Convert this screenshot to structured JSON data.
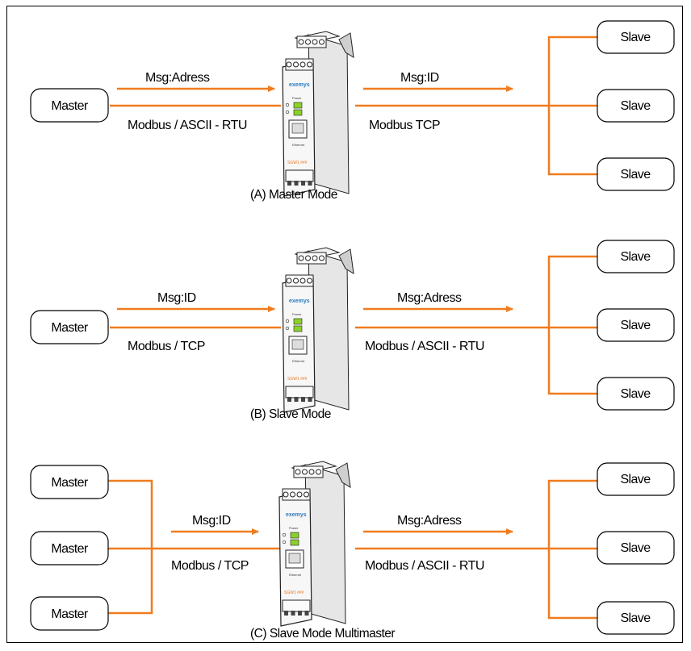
{
  "colors": {
    "line": "#f07c1f",
    "frame": "#000000",
    "box_stroke": "#000000",
    "led_green": "#8bd12c",
    "brand_blue": "#2a7abf"
  },
  "device": {
    "brand": "exemys",
    "power_label": "Power",
    "ethernet_label": "Ethernet",
    "model": "SGW1 ###"
  },
  "panels": [
    {
      "caption": "(A) Master Mode",
      "masters": [
        "Master"
      ],
      "slaves": [
        "Slave",
        "Slave",
        "Slave"
      ],
      "left_msg": "Msg:Adress",
      "left_proto": "Modbus / ASCII - RTU",
      "right_msg": "Msg:ID",
      "right_proto": "Modbus TCP"
    },
    {
      "caption": "(B) Slave Mode",
      "masters": [
        "Master"
      ],
      "slaves": [
        "Slave",
        "Slave",
        "Slave"
      ],
      "left_msg": "Msg:ID",
      "left_proto": "Modbus / TCP",
      "right_msg": "Msg:Adress",
      "right_proto": "Modbus / ASCII - RTU"
    },
    {
      "caption": "(C) Slave Mode Multimaster",
      "masters": [
        "Master",
        "Master",
        "Master"
      ],
      "slaves": [
        "Slave",
        "Slave",
        "Slave"
      ],
      "left_msg": "Msg:ID",
      "left_proto": "Modbus / TCP",
      "right_msg": "Msg:Adress",
      "right_proto": "Modbus / ASCII - RTU"
    }
  ]
}
